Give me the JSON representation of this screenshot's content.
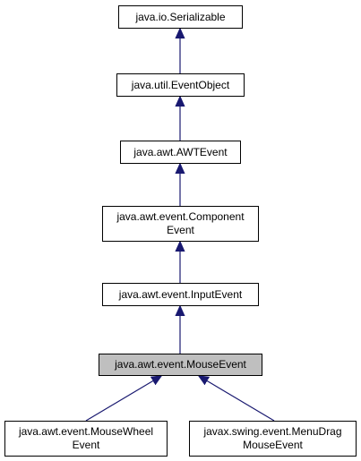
{
  "colors": {
    "edge": "#191970",
    "border": "#000000",
    "highlight": "#bfbfbf",
    "background": "#ffffff"
  },
  "nodes": {
    "serializable": {
      "line1": "java.io.Serializable"
    },
    "event_object": {
      "line1": "java.util.EventObject"
    },
    "awt_event": {
      "line1": "java.awt.AWTEvent"
    },
    "component_event": {
      "line1": "java.awt.event.Component",
      "line2": "Event"
    },
    "input_event": {
      "line1": "java.awt.event.InputEvent"
    },
    "mouse_event": {
      "line1": "java.awt.event.MouseEvent"
    },
    "mouse_wheel_event": {
      "line1": "java.awt.event.MouseWheel",
      "line2": "Event"
    },
    "menu_drag_mouse_event": {
      "line1": "javax.swing.event.MenuDrag",
      "line2": "MouseEvent"
    }
  }
}
